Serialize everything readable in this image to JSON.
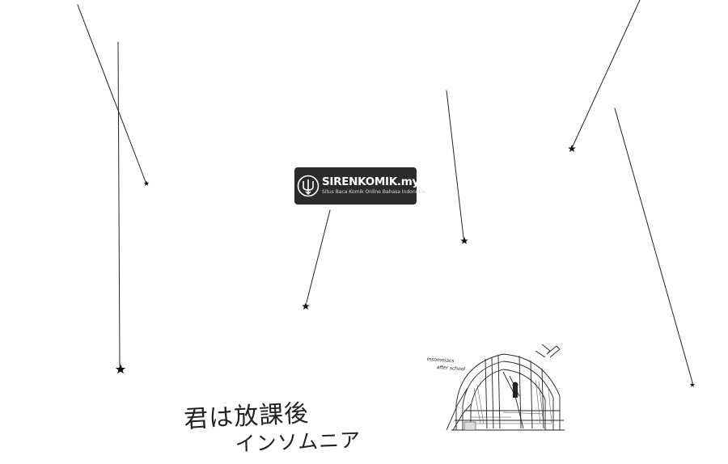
{
  "watermark": {
    "title": "SIRENKOMIK.my.id",
    "subtitle": "Situs Baca Komik Online Bahasa Indonesia",
    "logo_icon": "siren-trident-icon",
    "background": "#2b2b2b"
  },
  "series_logo": {
    "line1": "君は放課後",
    "line2": "インソムニア"
  },
  "panel": {
    "caption_line1": "Insomniacs",
    "caption_line2": "after school",
    "art": "observatory-dome-illustration"
  },
  "decor": {
    "star_icon": "star-icon",
    "stroke_color": "#222222"
  }
}
